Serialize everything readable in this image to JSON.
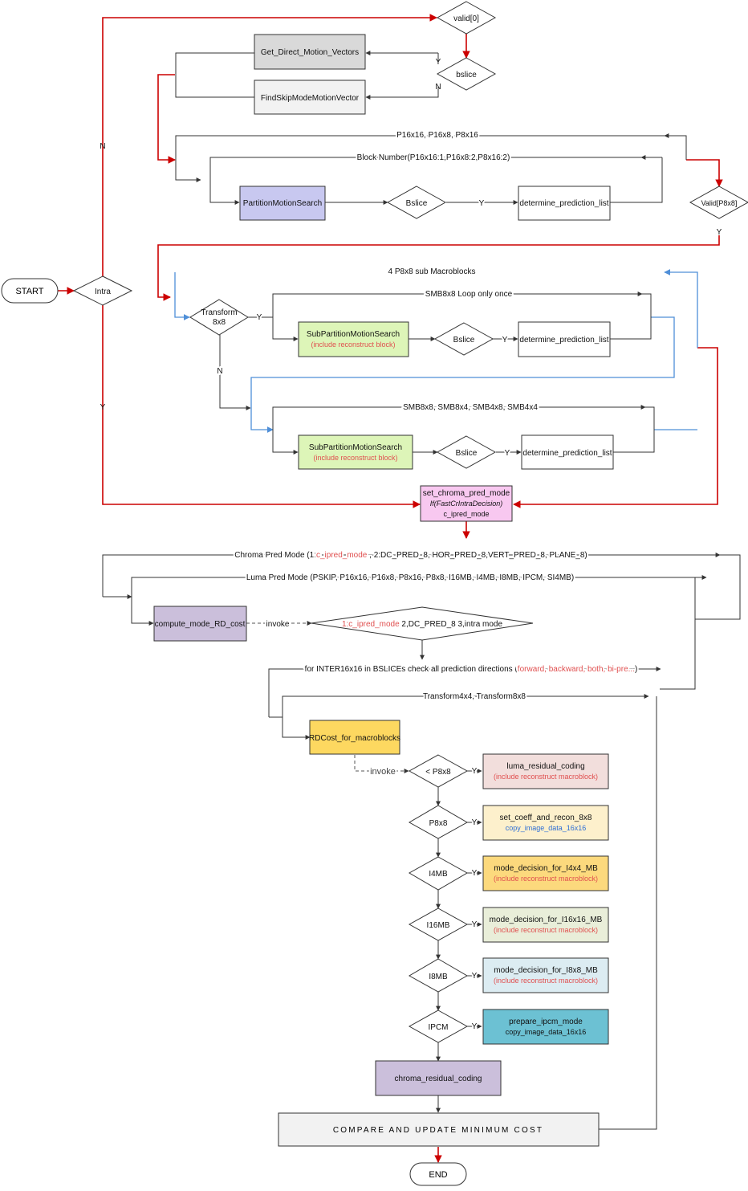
{
  "start": "START",
  "end": "END",
  "intra": {
    "label": "Intra",
    "n": "N",
    "y": "Y"
  },
  "valid0": "valid[0]",
  "bslice_top": {
    "label": "bslice",
    "y": "Y",
    "n": "N"
  },
  "get_direct": "Get_Direct_Motion_Vectors",
  "find_skip": "FindSkipModeMotionVector",
  "loop_p16": "P16x16, P16x8, P8x16",
  "loop_block": "Block Number(P16x16:1,P16x8:2,P8x16:2)",
  "partition_search": "PartitionMotionSearch",
  "bslice_mid": {
    "label": "Bslice",
    "y": "Y"
  },
  "det_pred_1": "determine_prediction_list",
  "valid_p8": {
    "label": "Valid[P8x8]",
    "y": "Y"
  },
  "loop_4p8": "4 P8x8 sub Macroblocks",
  "transform8": {
    "line1": "Transform",
    "line2": "8x8",
    "y": "Y",
    "n": "N"
  },
  "loop_smb_once": "SMB8x8   Loop only once",
  "sub_search_1": {
    "line1": "SubPartitionMotionSearch",
    "line2": "(include reconstruct block)"
  },
  "bslice_sub1": {
    "label": "Bslice",
    "y": "Y"
  },
  "det_pred_2": "determine_prediction_list",
  "loop_smb_all": "SMB8x8, SMB8x4, SMB4x8, SMB4x4",
  "sub_search_2": {
    "line1": "SubPartitionMotionSearch",
    "line2": "(include reconstruct block)"
  },
  "bslice_sub2": {
    "label": "Bslice",
    "y": "Y"
  },
  "det_pred_3": "determine_prediction_list",
  "chroma_box": {
    "line1": "set_chroma_pred_mode",
    "line2": "If(FastCrIntraDecision)",
    "line3": "c_ipred_mode"
  },
  "loop_chroma": {
    "pre": "Chroma Pred Mode (1:",
    "red": "c_ipred_mode",
    "post": " , 2:DC_PRED_8, HOR_PRED_8,VERT_PRED_8, PLANE_8)"
  },
  "loop_luma": "Luma Pred Mode (PSKIP, P16x16, P16x8, P8x16, P8x8, I16MB, I4MB, I8MB, IPCM, SI4MB)",
  "compute_rd": "compute_mode_RD_cost",
  "invoke1": "invoke",
  "invoke_diamond": {
    "pre": "1:",
    "red": "c_ipred_mode",
    "post": "  2,DC_PRED_8   3,intra mode"
  },
  "loop_inter": {
    "pre": "for INTER16x16 in BSLICEs check all prediction directions (",
    "red": "forward, backward, both, bi-pre...",
    "post": ")"
  },
  "loop_transform": "Transform4x4, Transform8x8",
  "rdcost": "RDCost_for_macroblocks",
  "invoke2": "invoke",
  "decisions": [
    {
      "label": "< P8x8",
      "y": "Y",
      "box1": "luma_residual_coding",
      "box2": "(include reconstruct macroblock)",
      "box2_color": "red",
      "fill": "#f2dedc"
    },
    {
      "label": "P8x8",
      "y": "Y",
      "box1": "set_coeff_and_recon_8x8",
      "box2": "copy_image_data_16x16",
      "box2_color": "blue",
      "fill": "#fdf0cc"
    },
    {
      "label": "I4MB",
      "y": "Y",
      "box1": "mode_decision_for_I4x4_MB",
      "box2": "(include reconstruct macroblock)",
      "box2_color": "red",
      "fill": "#fcd97d"
    },
    {
      "label": "I16MB",
      "y": "Y",
      "box1": "mode_decision_for_I16x16_MB",
      "box2": "(include reconstruct macroblock)",
      "box2_color": "red",
      "fill": "#e9eed9"
    },
    {
      "label": "I8MB",
      "y": "Y",
      "box1": "mode_decision_for_I8x8_MB",
      "box2": "(include reconstruct macroblock)",
      "box2_color": "red",
      "fill": "#dcecf2"
    },
    {
      "label": "IPCM",
      "y": "Y",
      "box1": "prepare_ipcm_mode",
      "box2": "copy_image_data_16x16",
      "box2_color": "blue",
      "fill": "#6cc1d3"
    }
  ],
  "chroma_residual": "chroma_residual_coding",
  "compare": "COMPARE AND UPDATE MINIMUM COST",
  "colors": {
    "red": "#cc0000",
    "blue": "#4f8fd8",
    "line": "#333333",
    "gray_box": "#d9d9d9",
    "light_box": "#f2f2f2",
    "partition": "#c8c8f0",
    "sub_search": "#ddf5b8",
    "chroma_set": "#f8c8f0",
    "compute": "#cbbfdb",
    "rdcost": "#fdd860",
    "chroma_res": "#cbbfdb"
  }
}
